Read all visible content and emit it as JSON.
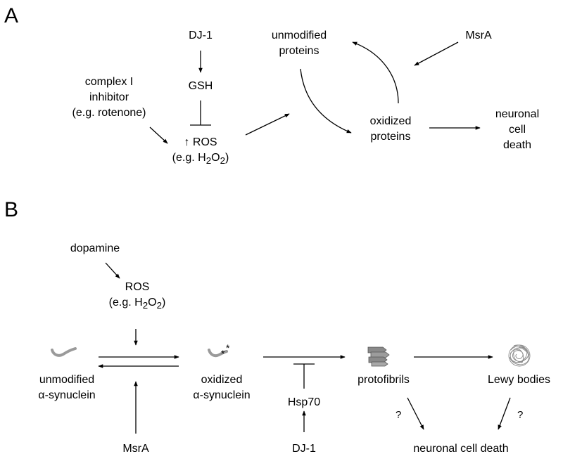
{
  "panel_a": {
    "label": "A",
    "dj1": "DJ-1",
    "gsh": "GSH",
    "complex_inhibitor": [
      "complex I",
      "inhibitor",
      "(e.g. rotenone)"
    ],
    "ros": {
      "arrow_glyph": "↑",
      "name": "ROS",
      "example_prefix": "(e.g. H",
      "sub1": "2",
      "mid": "O",
      "sub2": "2",
      "suffix": ")"
    },
    "unmodified_proteins": [
      "unmodified",
      "proteins"
    ],
    "msra": "MsrA",
    "oxidized_proteins": [
      "oxidized",
      "proteins"
    ],
    "neuronal_death": [
      "neuronal",
      "cell",
      "death"
    ]
  },
  "panel_b": {
    "label": "B",
    "dopamine": "dopamine",
    "ros": {
      "name": "ROS",
      "example_prefix": "(e.g. H",
      "sub1": "2",
      "mid": "O",
      "sub2": "2",
      "suffix": ")"
    },
    "unmodified_syn": [
      "unmodified",
      "α-synuclein"
    ],
    "oxidized_syn": [
      "oxidized",
      "α-synuclein"
    ],
    "oxidation_mark": "*",
    "protofibrils": "protofibrils",
    "lewy_bodies": "Lewy bodies",
    "hsp70": "Hsp70",
    "msra": "MsrA",
    "dj1": "DJ-1",
    "question_mark": "?",
    "neuronal_death": "neuronal cell death"
  },
  "colors": {
    "ink": "#000000",
    "protein_gray": "#9a9a9a",
    "fibril_gray": "#7a7a7a"
  }
}
